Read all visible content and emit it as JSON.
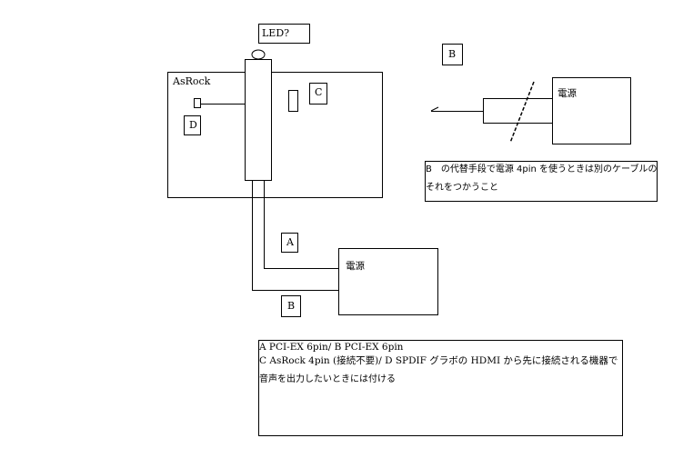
{
  "labels": {
    "led": "LED?",
    "asrock": "AsRock",
    "c": "C",
    "d": "D",
    "a": "A",
    "b_lower": "B",
    "b_right": "B",
    "psu_lower": "電源",
    "psu_right": "電源"
  },
  "notes": {
    "right_line1": "B　の代替手段で電源 4pin を使うときは別のケーブルの",
    "right_line2": "それをつかうこと",
    "bottom_line1": "A PCI-EX 6pin/ B PCI-EX 6pin",
    "bottom_line2": "C AsRock 4pin (接続不要)/ D SPDIF グラボの HDMI から先に接続される機器で",
    "bottom_line3": "音声を出力したいときには付ける"
  }
}
